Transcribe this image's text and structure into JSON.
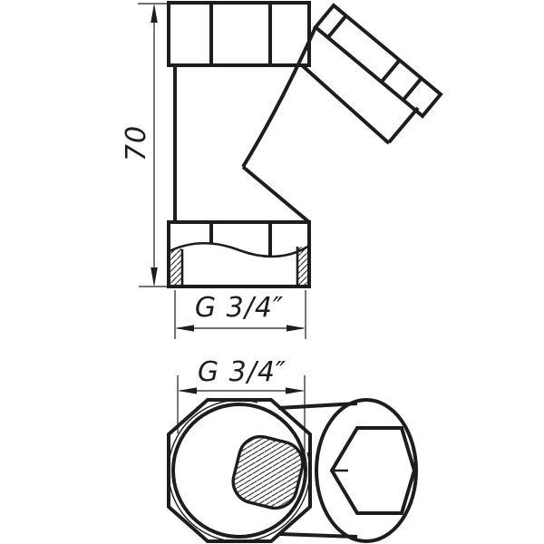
{
  "canvas": {
    "background": "#ffffff",
    "ink": "#1d1d1d",
    "description": "Technical drawing of a Y-strainer pipe fitting, two orthographic views"
  },
  "front_view": {
    "height_dim": {
      "label": "70"
    },
    "thread_dim": {
      "label": "G 3/4″"
    }
  },
  "bottom_view": {
    "thread_dim": {
      "label": "G 3/4″"
    }
  }
}
